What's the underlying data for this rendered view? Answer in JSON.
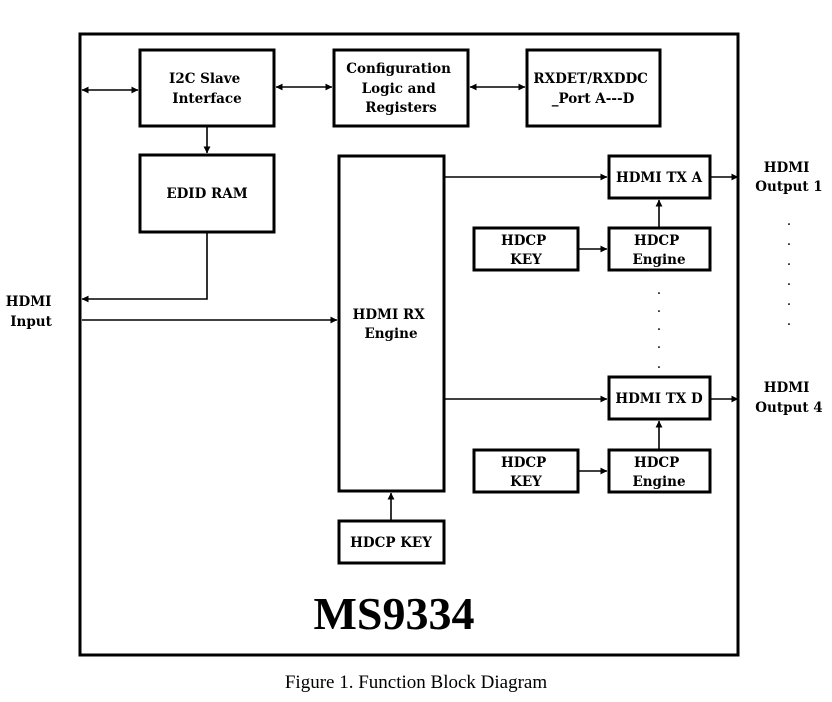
{
  "chip_name": "MS9334",
  "caption": "Figure 1. Function Block Diagram",
  "blocks": {
    "i2c": [
      "I2C Slave",
      "Interface"
    ],
    "config": [
      "Configuration",
      "Logic and",
      "Registers"
    ],
    "rxdet": [
      "RXDET/RXDDC",
      "_Port A---D"
    ],
    "edid": [
      "EDID RAM"
    ],
    "rx_engine": [
      "HDMI RX",
      "Engine"
    ],
    "hdcp_key_rx": [
      "HDCP KEY"
    ],
    "tx_a": [
      "HDMI TX A"
    ],
    "tx_d": [
      "HDMI TX D"
    ],
    "hdcp_key_a": [
      "HDCP",
      "KEY"
    ],
    "hdcp_engine_a": [
      "HDCP",
      "Engine"
    ],
    "hdcp_key_d": [
      "HDCP",
      "KEY"
    ],
    "hdcp_engine_d": [
      "HDCP",
      "Engine"
    ]
  },
  "ports": {
    "input": [
      "HDMI",
      "Input"
    ],
    "output1": [
      "HDMI",
      "Output 1"
    ],
    "output4": [
      "HDMI",
      "Output 4"
    ]
  },
  "ellipsis": "."
}
